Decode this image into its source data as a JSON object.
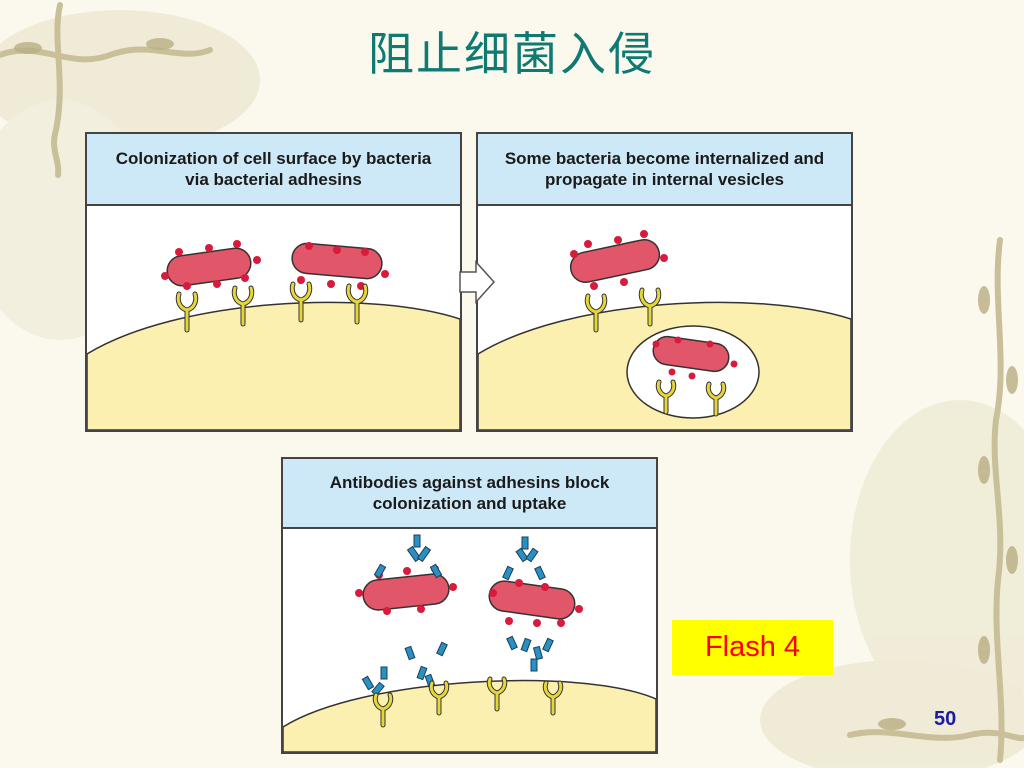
{
  "slide": {
    "title": "阻止细菌入侵",
    "page_number": "50"
  },
  "panels": [
    {
      "header": "Colonization of cell surface by bacteria\nvia bacterial adhesins"
    },
    {
      "header": "Some bacteria become internalized and\npropagate in internal vesicles"
    },
    {
      "header": "Antibodies against adhesins block\ncolonization and uptake"
    }
  ],
  "flash_label": "Flash 4",
  "colors": {
    "title": "#0f7a72",
    "header_bg": "#cde9f7",
    "cell": "#fbf0b0",
    "bacterium": "#e2566a",
    "adhesin_dot": "#d81b3c",
    "receptor": "#e6d63a",
    "antibody": "#2a8fc3",
    "flash_bg": "#ffff00",
    "flash_text": "#ff0000",
    "page_number": "#1a1aa8"
  },
  "icons": {
    "next_step": "arrow-right-icon"
  }
}
